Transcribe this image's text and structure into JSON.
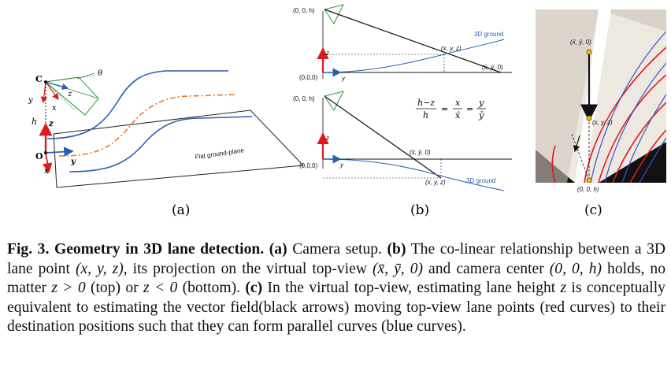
{
  "panel_a": {
    "label": "(a)",
    "text": {
      "c": "C",
      "o": "O",
      "theta": "θ",
      "yc": "y",
      "xc": "x",
      "zc": "z",
      "c_sub": "c",
      "h": "h",
      "z": "z",
      "x": "x",
      "y": "y",
      "plane": "Flat ground-plane"
    }
  },
  "panel_b": {
    "label": "(b)",
    "top": {
      "cam": "(0, 0, h)",
      "origin": "(0,0,0)",
      "z": "z",
      "y": "y",
      "ground": "3D ground",
      "p": "(x, y, z)",
      "pbar": "(x̄, ȳ, 0)"
    },
    "bottom": {
      "cam": "(0, 0, h)",
      "origin": "(0,0,0)",
      "z": "z",
      "y": "y",
      "ground": "3D ground",
      "p": "(x, y, z)",
      "pbar": "(x̄, ȳ, 0)"
    },
    "eq": {
      "l_num": "h−z",
      "l_den": "h",
      "eq1": "=",
      "m_num": "x",
      "m_den": "x̄",
      "eq2": "=",
      "r_num": "y",
      "r_den": "ȳ"
    }
  },
  "panel_c": {
    "label": "(c)",
    "pbar": "(x̄, ȳ, 0)",
    "p": "(x, y, z)",
    "cam": "(0, 0, h)"
  },
  "caption": {
    "fig": "Fig. 3.",
    "title": "Geometry in 3D lane detection.",
    "a_tag": "(a)",
    "a_text": "Camera setup.",
    "b_tag": "(b)",
    "b_text_1": "The co-linear relationship between a 3D lane point ",
    "b_pt": "(x, y, z)",
    "b_text_2": ", its projection on the virtual top-view ",
    "b_pbar": "(x̄, ȳ, 0)",
    "b_text_3": " and camera center ",
    "b_cam": "(0, 0, h)",
    "b_text_4": " holds, no matter ",
    "b_cond1": "z > 0",
    "b_text_5": " (top) or ",
    "b_cond2": "z < 0",
    "b_text_6": " (bottom).",
    "c_tag": "(c)",
    "c_text_1": " In the virtual top-view, estimating lane height ",
    "c_z": "z",
    "c_text_2": " is conceptually equivalent to estimating the vector field(black arrows) moving top-view lane points (red curves) to their destination positions such that they can form parallel curves (blue curves)."
  },
  "colors": {
    "blue": "#2a5fb0",
    "orange": "#e87a2a",
    "red": "#e01a1a",
    "green": "#2f9a3a"
  }
}
